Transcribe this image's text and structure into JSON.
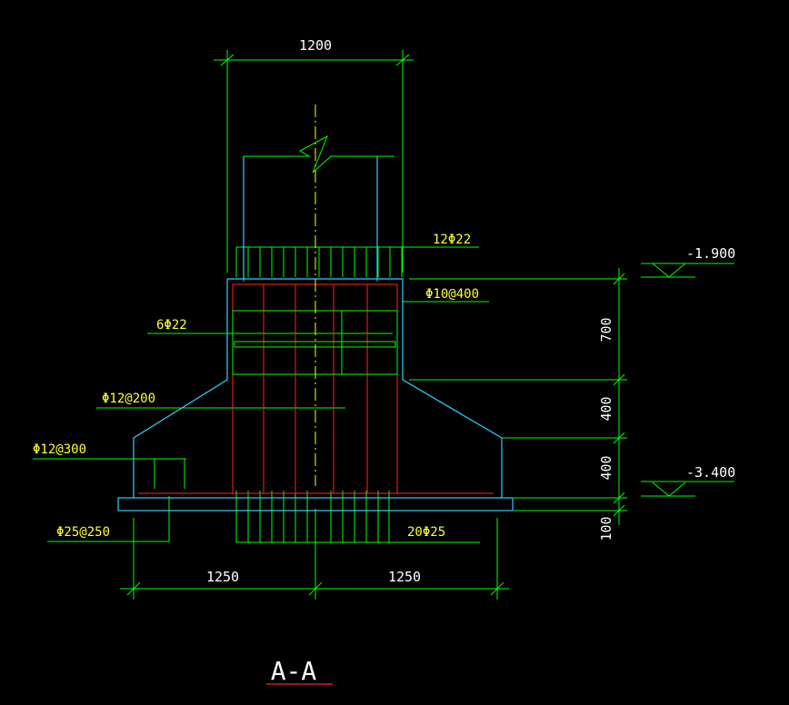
{
  "drawing": {
    "section_title": "A-A",
    "dimensions": {
      "column_width": "1200",
      "base_left_half": "1250",
      "base_right_half": "1250",
      "pedestal_height": "700",
      "slope_height": "400",
      "base_height": "400",
      "cushion_height": "100"
    },
    "elevations": {
      "top": "-1.900",
      "bottom": "-3.400"
    },
    "rebar_labels": {
      "column_main": "12Φ22",
      "stirrup": "Φ10@400",
      "pedestal_bars": "6Φ22",
      "slope_bars": "Φ12@200",
      "base_side": "Φ12@300",
      "bottom_mesh": "Φ25@250",
      "bottom_main": "20Φ25"
    }
  },
  "colors": {
    "background": "#000000",
    "dimension": "#00ff00",
    "outline": "#33ccff",
    "rebar": "#ff2222",
    "label": "#ffff33",
    "text": "#ffffff",
    "axis": "#ffff00"
  }
}
